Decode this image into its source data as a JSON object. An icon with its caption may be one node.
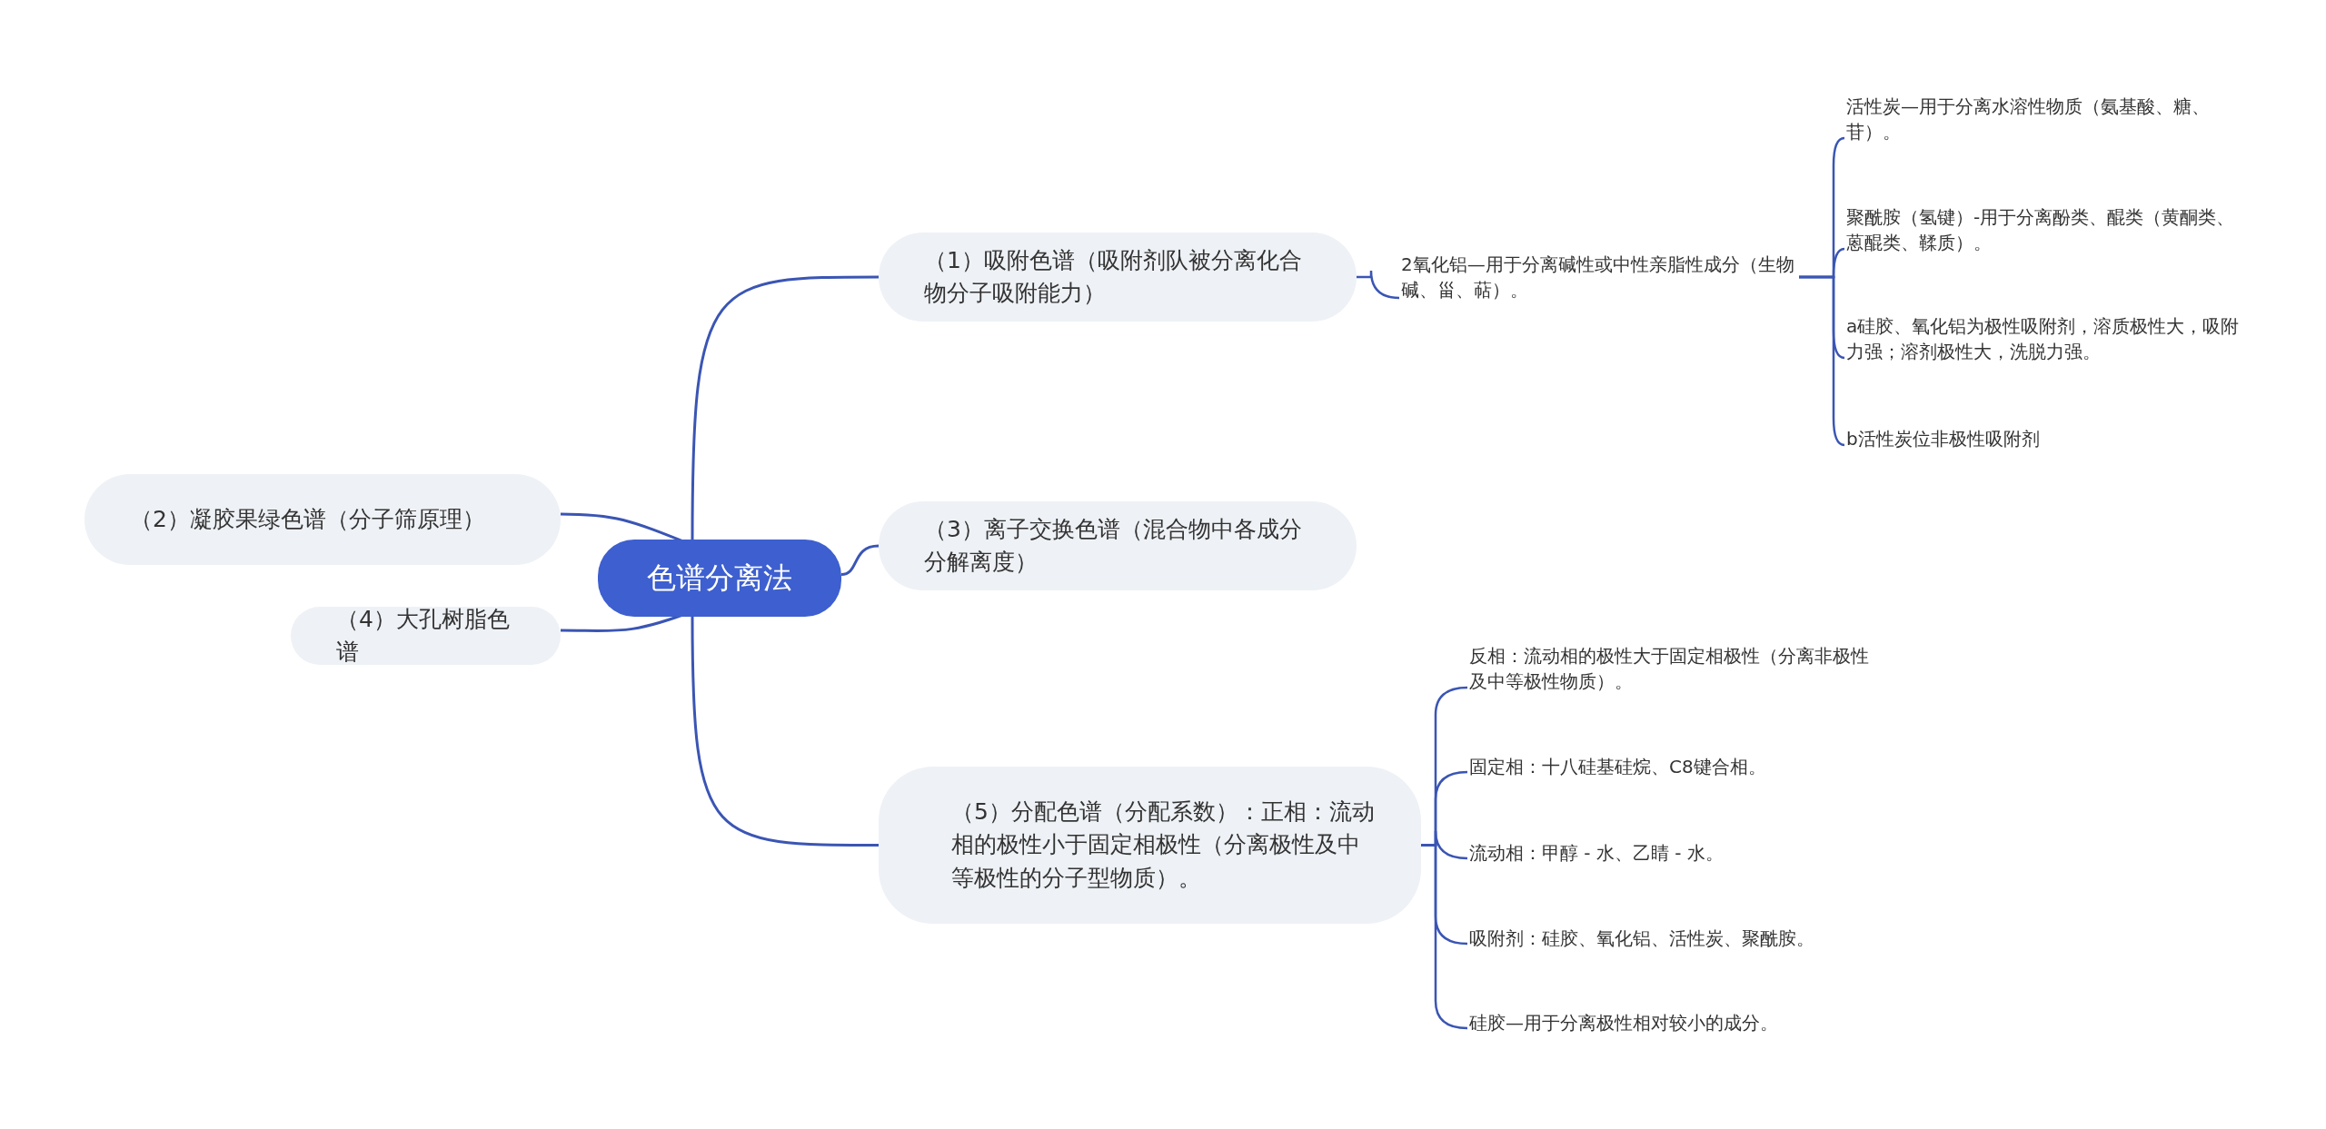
{
  "diagram": {
    "nodes": [
      {
        "text": [
          "色谱分离法"
        ]
      },
      {
        "text": [
          "（1）吸附色谱（吸附剂队被分离化合物分子吸附能力）"
        ]
      },
      {
        "text": [
          "2氧化铝—用于分离碱性或中性亲脂性成分（生物碱、甾、萜）。"
        ]
      },
      {
        "text": [
          "活性炭—用于分离水溶性物质（氨基酸、糖、苷）。"
        ]
      },
      {
        "text": [
          "聚酰胺（氢键）-用于分离酚类、醌类（黄酮类、蒽醌类、鞣质）。"
        ]
      },
      {
        "text": [
          "a硅胶、氧化铝为极性吸附剂，溶质极性大，吸附力强；溶剂极性大，洗脱力强。"
        ]
      },
      {
        "text": [
          "b活性炭位非极性吸附剂"
        ]
      },
      {
        "text": [
          "（2）凝胶果绿色谱（分子筛原理）"
        ]
      },
      {
        "text": [
          "（3）离子交换色谱（混合物中各成分分解离度）"
        ]
      },
      {
        "text": [
          "（4）大孔树脂色谱"
        ]
      },
      {
        "text": [
          "（5）分配色谱（分配系数）：正相：流动相的极性小于固定相极性（分离极性及中等极性的分子型物质）。"
        ]
      },
      {
        "text": [
          "反相：流动相的极性大于固定相极性（分离非极性及中等极性物质）。"
        ]
      },
      {
        "text": [
          "固定相：十八硅基硅烷、C8键合相。"
        ]
      },
      {
        "text": [
          "流动相：甲醇 - 水、乙睛 - 水。"
        ]
      },
      {
        "text": [
          "吸附剂：硅胶、氧化铝、活性炭、聚酰胺。"
        ]
      },
      {
        "text": [
          "硅胶—用于分离极性相对较小的成分。"
        ]
      }
    ],
    "edges": [
      {
        "from": 0,
        "to": 1,
        "arrow": "none"
      },
      {
        "from": 0,
        "to": 7,
        "arrow": "none"
      },
      {
        "from": 0,
        "to": 8,
        "arrow": "none"
      },
      {
        "from": 0,
        "to": 9,
        "arrow": "none"
      },
      {
        "from": 0,
        "to": 10,
        "arrow": "none"
      },
      {
        "from": 1,
        "to": 2,
        "arrow": "none"
      },
      {
        "from": 2,
        "to": 3,
        "arrow": "none"
      },
      {
        "from": 2,
        "to": 4,
        "arrow": "none"
      },
      {
        "from": 2,
        "to": 5,
        "arrow": "none"
      },
      {
        "from": 2,
        "to": 6,
        "arrow": "none"
      },
      {
        "from": 10,
        "to": 11,
        "arrow": "none"
      },
      {
        "from": 10,
        "to": 12,
        "arrow": "none"
      },
      {
        "from": 10,
        "to": 13,
        "arrow": "none"
      },
      {
        "from": 10,
        "to": 14,
        "arrow": "none"
      },
      {
        "from": 10,
        "to": 15,
        "arrow": "none"
      }
    ]
  }
}
